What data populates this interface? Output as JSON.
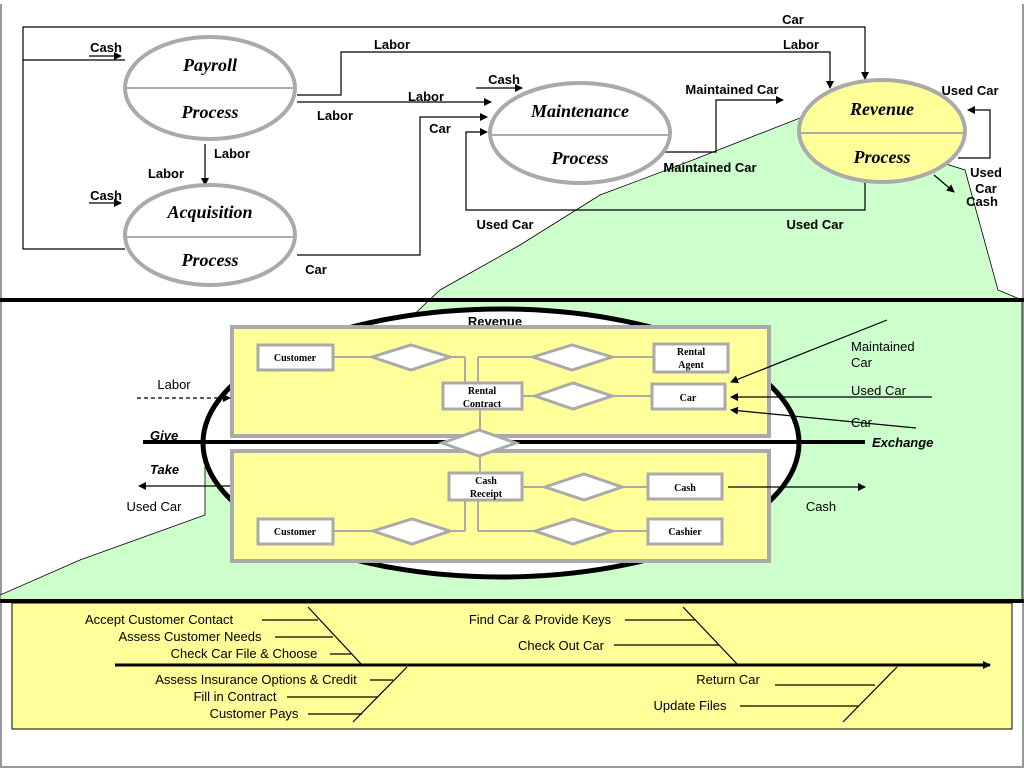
{
  "process_model": {
    "payroll": {
      "title": "Payroll",
      "subtitle": "Process"
    },
    "acquisition": {
      "title": "Acquisition",
      "subtitle": "Process"
    },
    "maintenance": {
      "title": "Maintenance",
      "subtitle": "Process"
    },
    "revenue": {
      "title": "Revenue",
      "subtitle": "Process"
    },
    "flows": {
      "car_top": "Car",
      "labor_top": "Labor",
      "labor_top_right": "Labor",
      "cash_payroll": "Cash",
      "labor_payroll_out": "Labor",
      "labor_to_maintenance": "Labor",
      "cash_maintenance": "Cash",
      "maintained_car_out": "Maintained Car",
      "used_car_loop": "Used Car",
      "labor_down": "Labor",
      "labor_left": "Labor",
      "car_to_maintenance": "Car",
      "maintained_car_lower": "Maintained Car",
      "cash_acquisition": "Cash",
      "used_car_right_1": "Used",
      "used_car_right_2": "Car",
      "cash_out": "Cash",
      "used_car_bottom_left": "Used Car",
      "used_car_bottom_right": "Used Car",
      "car_acquisition_out": "Car"
    }
  },
  "rea_model": {
    "title": "Revenue",
    "resources": {
      "customer_top": "Customer",
      "rental_agent": "Rental Agent",
      "rental_contract": "Rental Contract",
      "car": "Car",
      "cash_receipt": "Cash Receipt",
      "cash": "Cash",
      "customer_bottom": "Customer",
      "cashier": "Cashier"
    },
    "side_labels": {
      "labor": "Labor",
      "give": "Give",
      "take": "Take",
      "used_car_left": "Used Car",
      "maintained_car_1": "Maintained",
      "maintained_car_2": "Car",
      "used_car_right": "Used Car",
      "car_right": "Car",
      "exchange": "Exchange",
      "cash_right": "Cash"
    }
  },
  "activities": {
    "left_top": [
      "Accept Customer Contact",
      "Assess Customer Needs",
      "Check Car File & Choose"
    ],
    "left_bottom": [
      "Assess Insurance Options & Credit",
      "Fill in Contract",
      "Customer Pays"
    ],
    "right_top": [
      "Find Car & Provide Keys",
      "Check Out Car"
    ],
    "right_bottom": [
      "Return Car",
      "Update Files"
    ]
  },
  "colors": {
    "yellow": "#ffff99",
    "green": "#ccffcc",
    "gray": "#aaaaaa"
  }
}
